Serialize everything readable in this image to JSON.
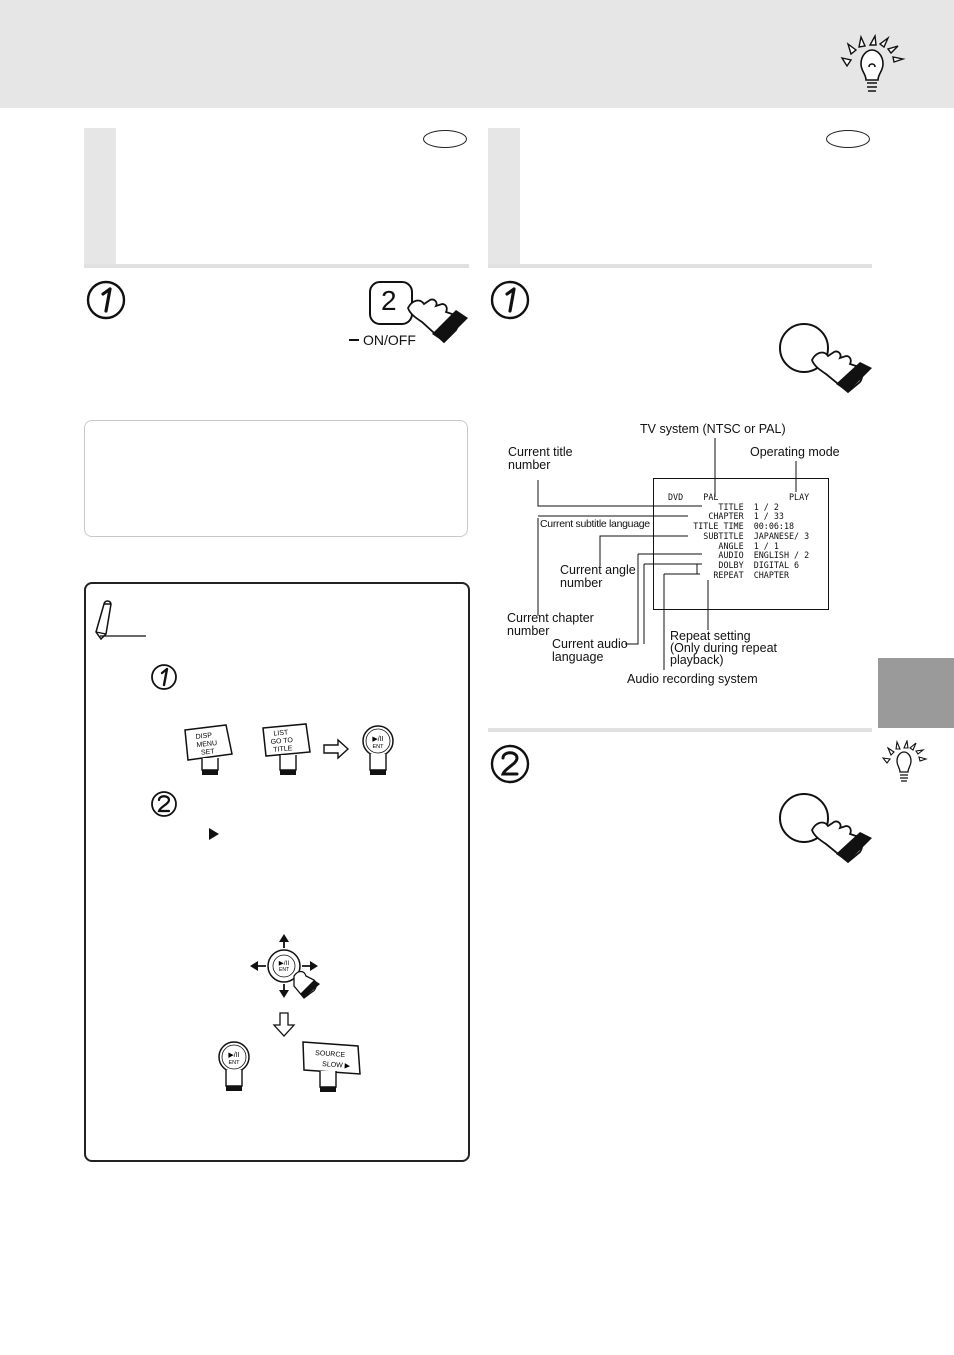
{
  "remote": {
    "button_number": "2",
    "on_off_label": "ON/OFF"
  },
  "buttons": {
    "disp_menu_set": [
      "DISP",
      "MENU",
      "SET"
    ],
    "list_goto_title": [
      "LIST",
      "GO TO",
      "TITLE"
    ],
    "play_pause_ent": [
      "▶/II",
      "ENT"
    ],
    "source_slow": [
      "SOURCE",
      "SLOW ▶"
    ]
  },
  "osd_diagram": {
    "labels": {
      "tv_system": "TV system (NTSC or PAL)",
      "operating_mode": "Operating mode",
      "current_title": [
        "Current title",
        "number"
      ],
      "current_subtitle_language": "Current subtitle language",
      "current_angle": [
        "Current angle",
        "number"
      ],
      "current_chapter": [
        "Current chapter",
        "number"
      ],
      "current_audio": [
        "Current audio",
        "language"
      ],
      "repeat_setting": [
        "Repeat setting",
        "(Only during repeat",
        " playback)"
      ],
      "audio_recording_system": "Audio recording system"
    },
    "screen_lines": [
      "DVD    PAL              PLAY",
      "          TITLE  1 / 2",
      "        CHAPTER  1 / 33",
      "     TITLE TIME  00:06:18",
      "       SUBTITLE  JAPANESE/ 3",
      "          ANGLE  1 / 1",
      "          AUDIO  ENGLISH / 2",
      "          DOLBY  DIGITAL 6",
      "         REPEAT  CHAPTER"
    ]
  }
}
